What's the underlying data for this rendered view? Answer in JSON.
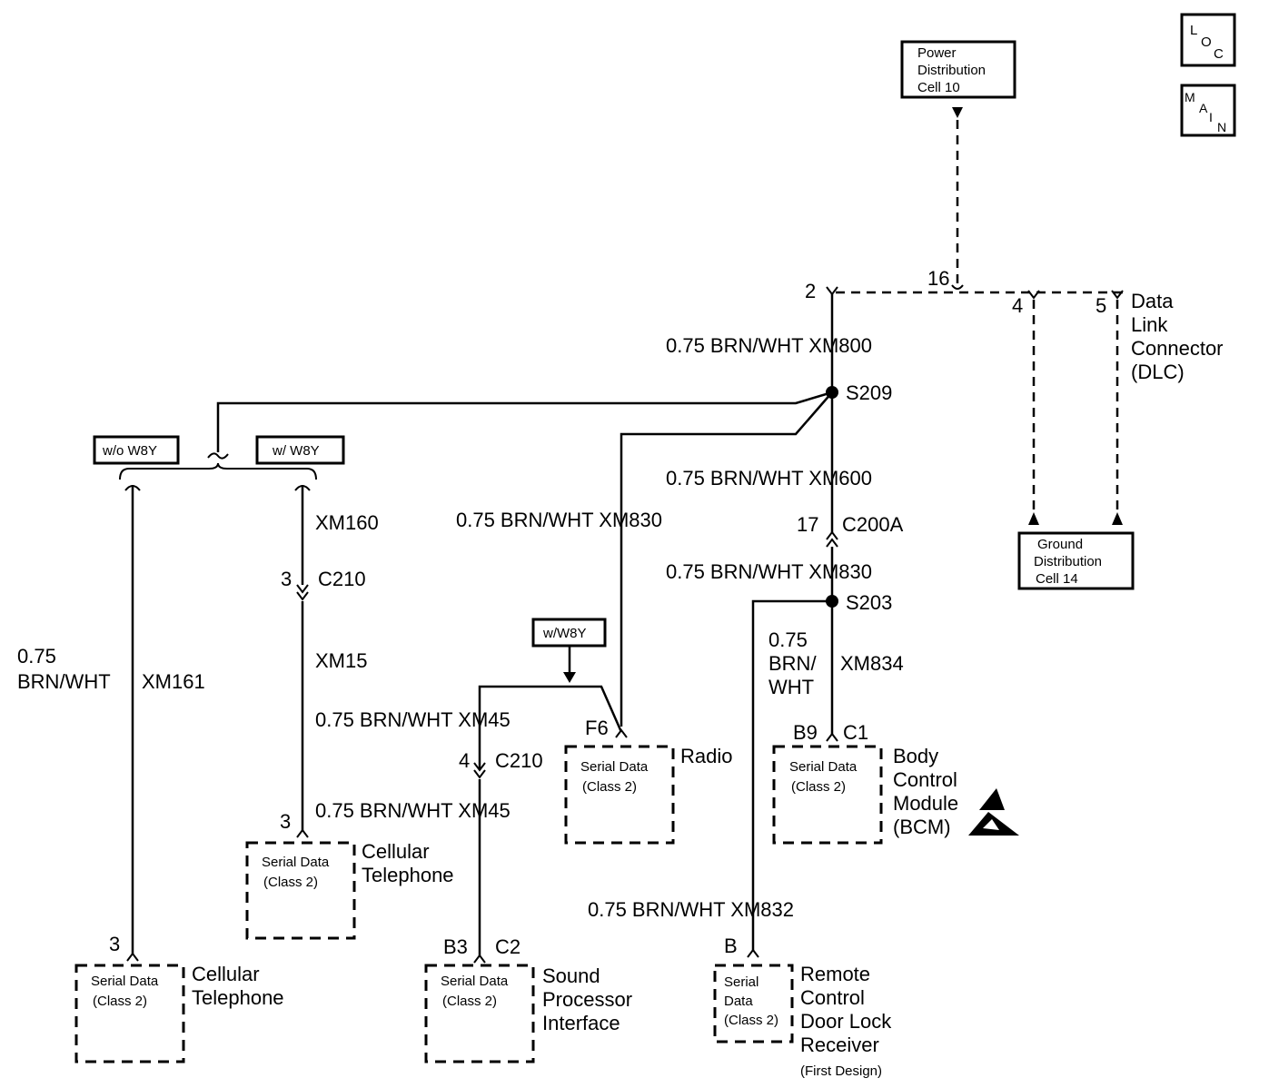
{
  "nav": {
    "loc": [
      "L",
      "O",
      "C"
    ],
    "main": [
      "M",
      "A",
      "I",
      "N"
    ]
  },
  "power": {
    "l1": "Power",
    "l2": "Distribution",
    "l3": "Cell 10"
  },
  "ground": {
    "l1": "Ground",
    "l2": "Distribution",
    "l3": "Cell 14"
  },
  "dlc": {
    "pin16": "16",
    "pin2": "2",
    "pin4": "4",
    "pin5": "5",
    "l1": "Data",
    "l2": "Link",
    "l3": "Connector",
    "l4": "(DLC)"
  },
  "wires": {
    "xm800": "0.75 BRN/WHT   XM800",
    "xm600": "0.75 BRN/WHT   XM600",
    "xm830a": "0.75 BRN/WHT   XM830",
    "xm830b": "0.75 BRN/WHT   XM830",
    "xm834": {
      "size": "0.75",
      "c1": "BRN/",
      "c2": "WHT",
      "code": "XM834"
    },
    "xm832": "0.75 BRN/WHT   XM832",
    "xm160": "XM160",
    "xm15": "XM15",
    "xm45a": "0.75 BRN/WHT   XM45",
    "xm45b": "0.75 BRN/WHT   XM45",
    "xm161": {
      "size": "0.75",
      "color": "BRN/WHT",
      "code": "XM161"
    }
  },
  "splices": {
    "s209": "S209",
    "s203": "S203"
  },
  "connectors": {
    "c200a_pin": "17",
    "c200a": "C200A",
    "c210a_pin": "3",
    "c210a": "C210",
    "c210b_pin": "4",
    "c210b": "C210"
  },
  "options": {
    "wo_w8y": "w/o W8Y",
    "w_w8y": "w/ W8Y",
    "w_w8y_b": "w/W8Y"
  },
  "components": {
    "serial_data": "Serial Data",
    "class2": "(Class 2)",
    "cell_left": {
      "pin": "3",
      "n1": "Cellular",
      "n2": "Telephone"
    },
    "cell_mid": {
      "pin": "3",
      "n1": "Cellular",
      "n2": "Telephone"
    },
    "spi": {
      "pin1": "B3",
      "pin2": "C2",
      "n1": "Sound",
      "n2": "Processor",
      "n3": "Interface"
    },
    "radio": {
      "pin": "F6",
      "n1": "Radio"
    },
    "bcm": {
      "pin1": "B9",
      "pin2": "C1",
      "n1": "Body",
      "n2": "Control",
      "n3": "Module",
      "n4": "(BCM)"
    },
    "rcdlr": {
      "pin": "B",
      "s1": "Serial",
      "s2": "Data",
      "s3": "(Class 2)",
      "n1": "Remote",
      "n2": "Control",
      "n3": "Door Lock",
      "n4": "Receiver",
      "n5": "(First Design)"
    }
  }
}
